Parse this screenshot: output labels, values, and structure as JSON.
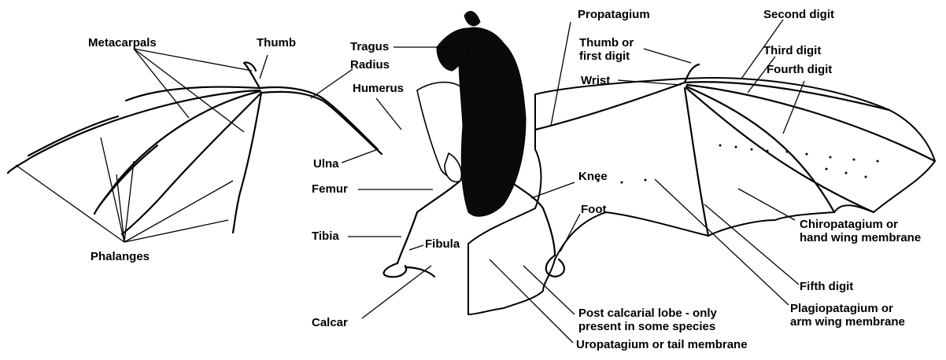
{
  "labels": {
    "metacarpals": "Metacarpals",
    "thumb": "Thumb",
    "tragus": "Tragus",
    "radius": "Radius",
    "humerus": "Humerus",
    "propatagium": "Propatagium",
    "second_digit": "Second digit",
    "thumb_or_first_digit": [
      "Thumb or",
      "first digit"
    ],
    "third_digit": "Third digit",
    "fourth_digit": "Fourth digit",
    "wrist": "Wrist",
    "ulna": "Ulna",
    "femur": "Femur",
    "knee": "Knee",
    "foot": "Foot",
    "tibia": "Tibia",
    "fibula": "Fibula",
    "phalanges": "Phalanges",
    "calcar": "Calcar",
    "chiropatagium": [
      "Chiropatagium or",
      "hand wing membrane"
    ],
    "fifth_digit": "Fifth digit",
    "plagiopatagium": [
      "Plagiopatagium or",
      "arm wing membrane"
    ],
    "post_calcarial_lobe": [
      "Post calcarial lobe - only",
      "present in some species"
    ],
    "uropatagium": "Uropatagium or tail membrane"
  },
  "colors": {
    "ink": "#000000",
    "paper": "#ffffff"
  }
}
